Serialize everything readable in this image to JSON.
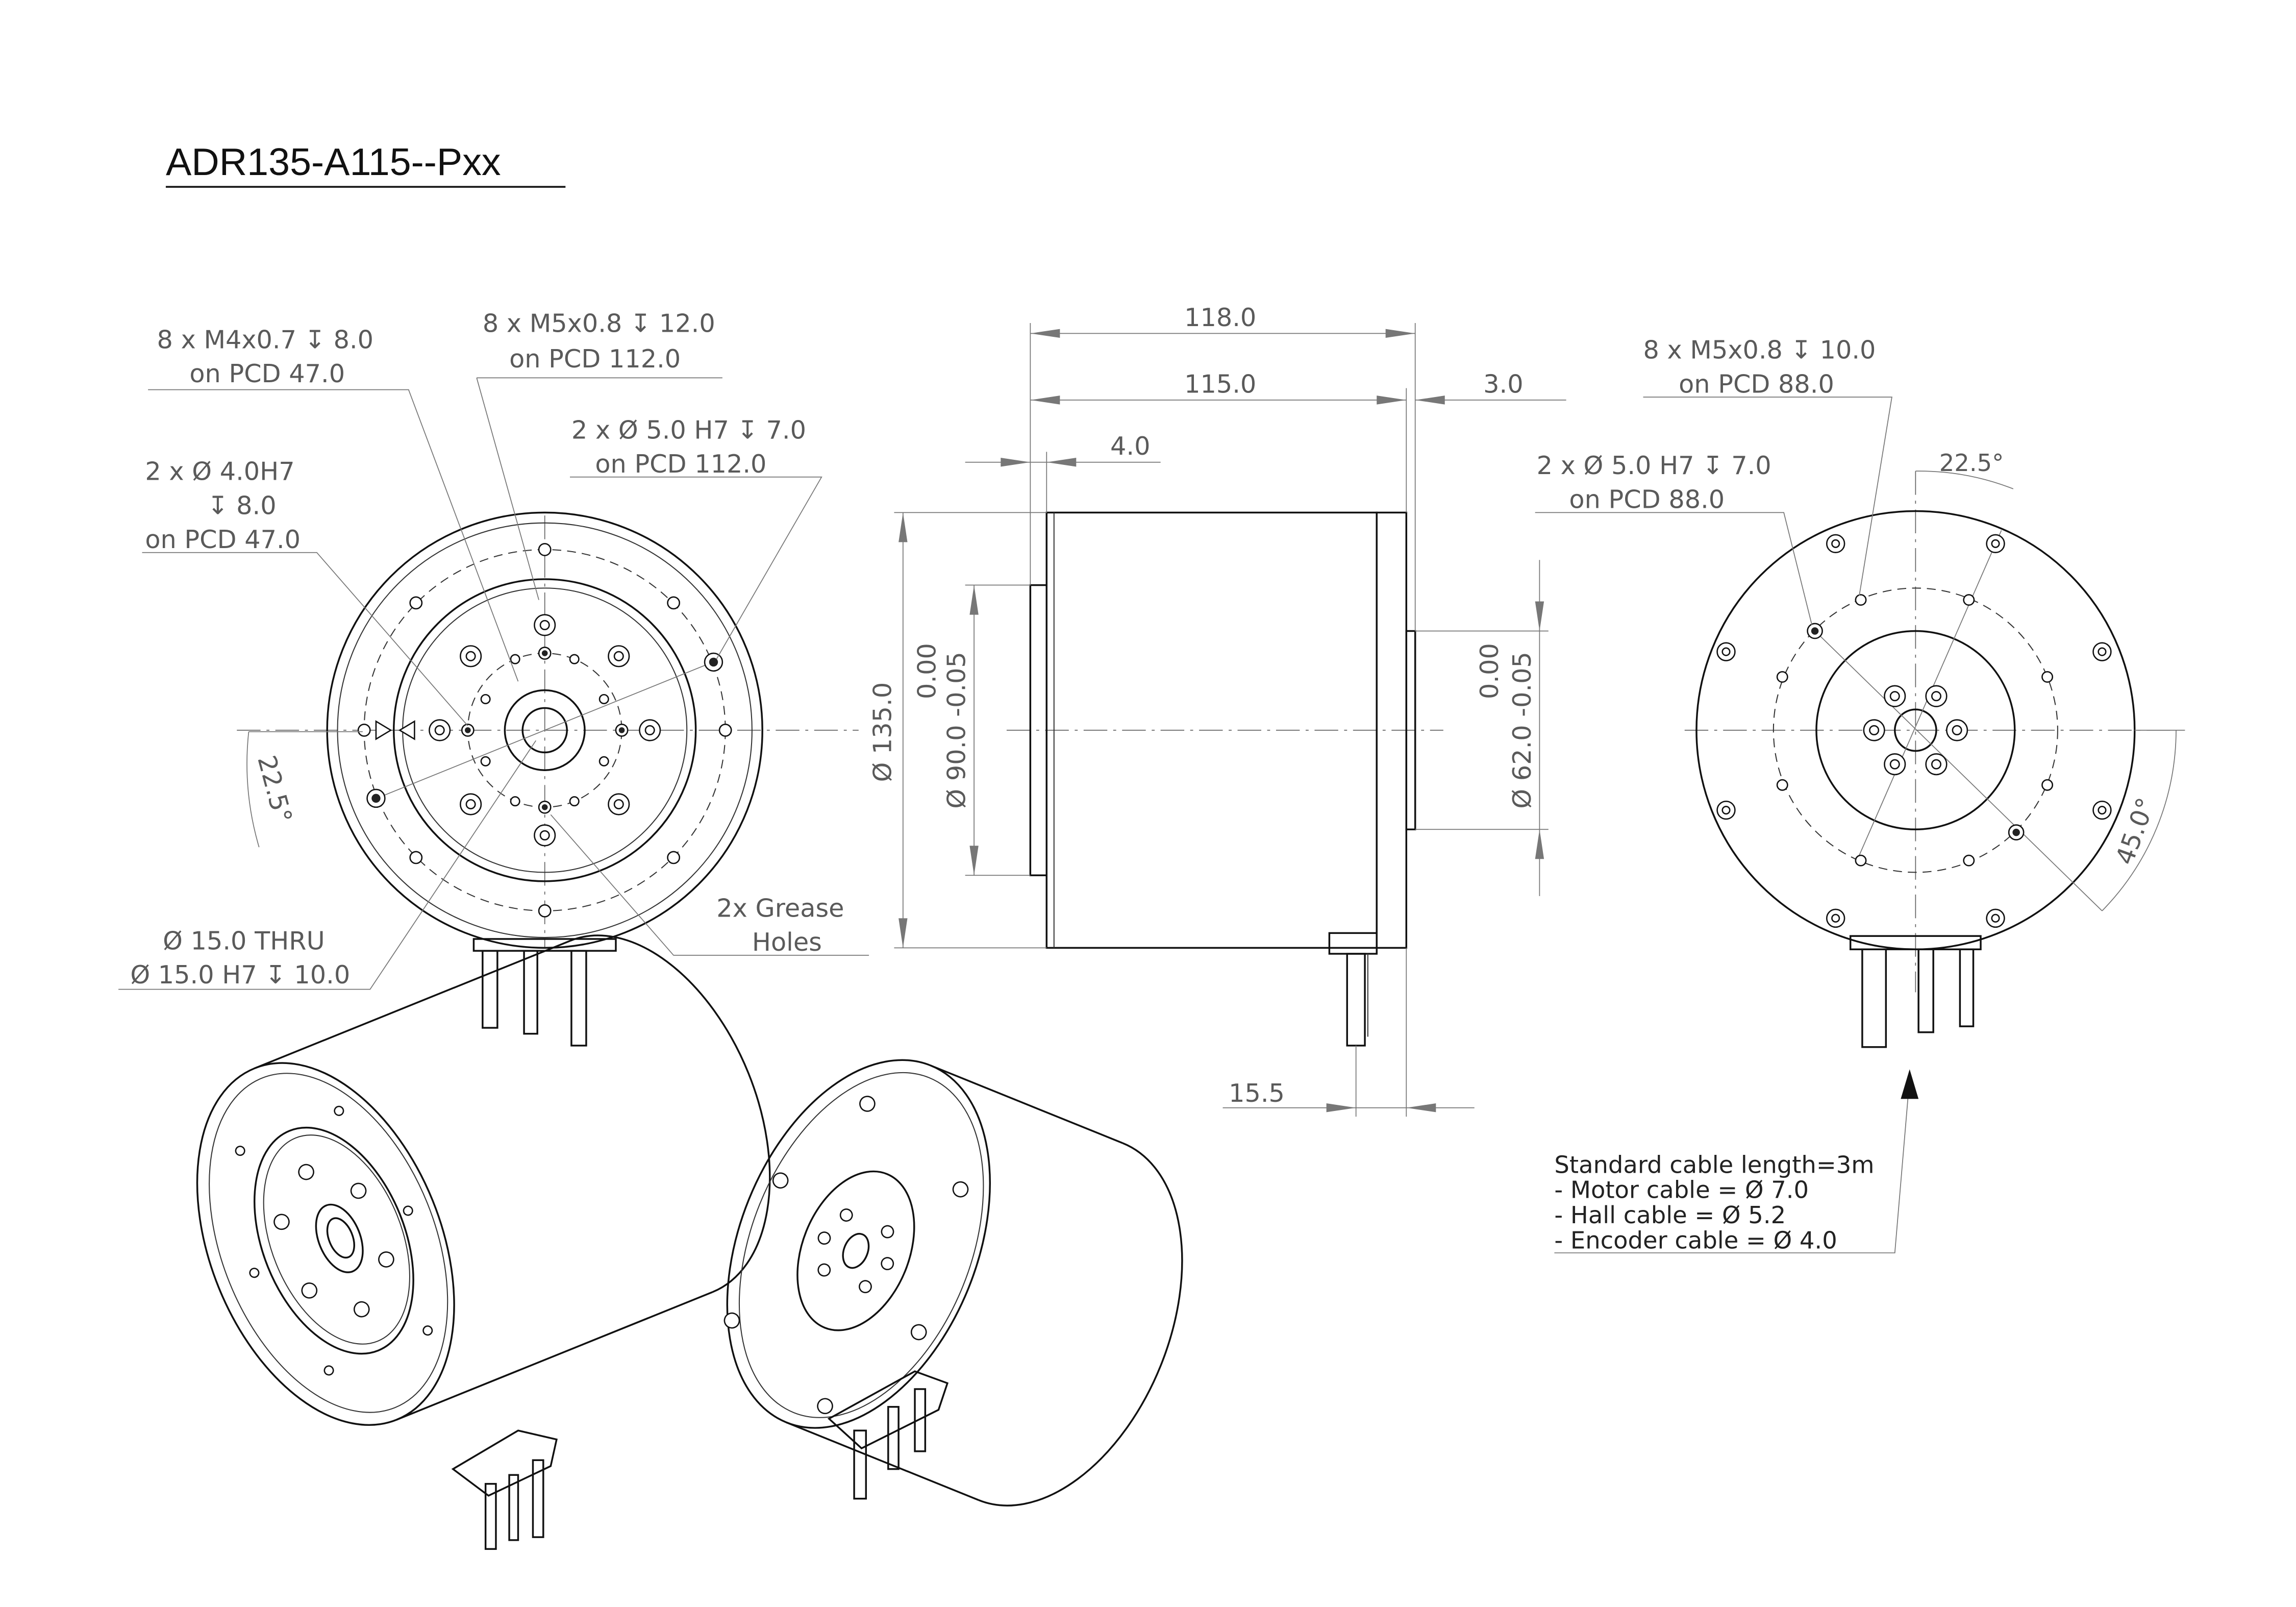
{
  "title": "ADR135-A115--Pxx",
  "front_view": {
    "note_m4": [
      "8 x M4x0.7 ↧ 8.0",
      "on PCD 47.0"
    ],
    "note_m5": [
      "8 x M5x0.8 ↧ 12.0",
      "on PCD 112.0"
    ],
    "note_dowel_outer": [
      "2 x Ø 5.0 H7 ↧ 7.0",
      "on PCD 112.0"
    ],
    "note_dowel_inner": [
      "2 x  Ø  4.0H7",
      "↧ 8.0",
      "on PCD 47.0"
    ],
    "angle": "22.5°",
    "note_bore": [
      "Ø 15.0 THRU",
      "Ø 15.0 H7 ↧ 10.0"
    ],
    "note_grease": [
      "2x Grease",
      "Holes"
    ]
  },
  "side_view": {
    "length_total": "118.0",
    "length_body": "115.0",
    "flange_step": "3.0",
    "spigot": "4.0",
    "diameter_body": "Ø 135.0",
    "diameter_spigot": "Ø 90.0 -0.05",
    "tol_spigot": "0.00",
    "diameter_rear": "Ø 62.0 -0.05",
    "tol_rear": "0.00",
    "cable_offset": "15.5"
  },
  "rear_view": {
    "note_m5": [
      "8 x M5x0.8 ↧ 10.0",
      "on PCD 88.0"
    ],
    "note_dowel": [
      "2 x Ø 5.0 H7 ↧ 7.0",
      "on PCD 88.0"
    ],
    "angle_top": "22.5°",
    "angle_right": "45.0°"
  },
  "cable_note": [
    "Standard cable length=3m",
    "- Motor cable = Ø 7.0",
    "- Hall cable =  Ø 5.2",
    "- Encoder cable = Ø 4.0"
  ]
}
